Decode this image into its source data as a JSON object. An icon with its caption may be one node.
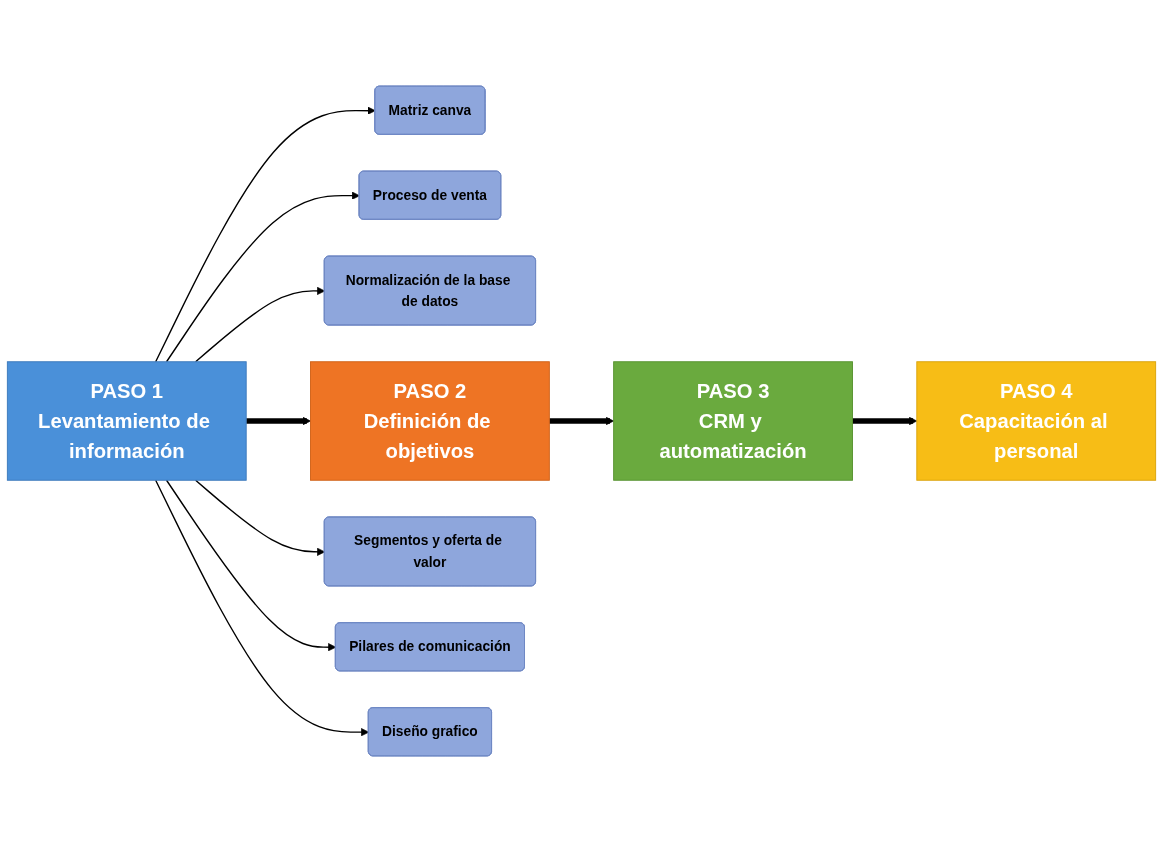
{
  "diagram": {
    "nodes": [
      {
        "text": [
          "Matriz canva"
        ]
      },
      {
        "text": [
          "Proceso de venta"
        ]
      },
      {
        "text": [
          "Normalización de la base de datos"
        ]
      },
      {
        "text": [
          "PASO 1",
          "Levantamiento de información"
        ]
      },
      {
        "text": [
          "PASO 2",
          "Definición de objetivos"
        ]
      },
      {
        "text": [
          "PASO 3",
          "CRM y automatización"
        ]
      },
      {
        "text": [
          "PASO 4",
          "Capacitación al personal"
        ]
      },
      {
        "text": [
          "Segmentos y oferta de valor"
        ]
      },
      {
        "text": [
          "Pilares de comunicación"
        ]
      },
      {
        "text": [
          "Diseño grafico"
        ]
      }
    ],
    "edges": [
      {
        "from": 3,
        "to": 0,
        "arrow": "to"
      },
      {
        "from": 3,
        "to": 1,
        "arrow": "to"
      },
      {
        "from": 3,
        "to": 2,
        "arrow": "to"
      },
      {
        "from": 3,
        "to": 4,
        "arrow": "to",
        "style": "thick"
      },
      {
        "from": 4,
        "to": 5,
        "arrow": "to",
        "style": "thick"
      },
      {
        "from": 5,
        "to": 6,
        "arrow": "to",
        "style": "thick"
      },
      {
        "from": 3,
        "to": 7,
        "arrow": "to"
      },
      {
        "from": 3,
        "to": 8,
        "arrow": "to"
      },
      {
        "from": 3,
        "to": 9,
        "arrow": "to"
      }
    ]
  }
}
